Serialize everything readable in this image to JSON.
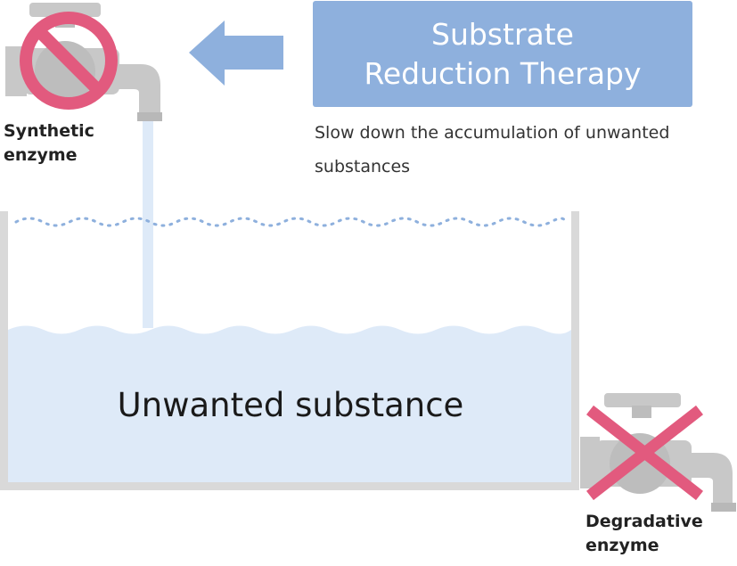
{
  "therapy": {
    "title_line1": "Substrate",
    "title_line2": "Reduction Therapy",
    "description_line1": "Slow down the accumulation of unwanted",
    "description_line2": "substances"
  },
  "synthetic": {
    "line1": "Synthetic",
    "line2": "enzyme"
  },
  "degradative": {
    "line1": "Degradative",
    "line2": "enzyme"
  },
  "tank": {
    "label": "Unwanted substance"
  },
  "colors": {
    "box": "#8eb0dd",
    "arrow": "#8eb0dd",
    "liquid": "#deeaf8",
    "stream": "#deeaf8",
    "dotted_line": "#8eb0dd",
    "tank_wall": "#d9d9d9",
    "faucet": "#c8c8c8",
    "prohibit_sign": "#e25a7e",
    "cross_mark": "#e25a7e"
  },
  "icons": [
    "prohibited-faucet-icon",
    "crossed-faucet-icon",
    "left-arrow-icon"
  ]
}
